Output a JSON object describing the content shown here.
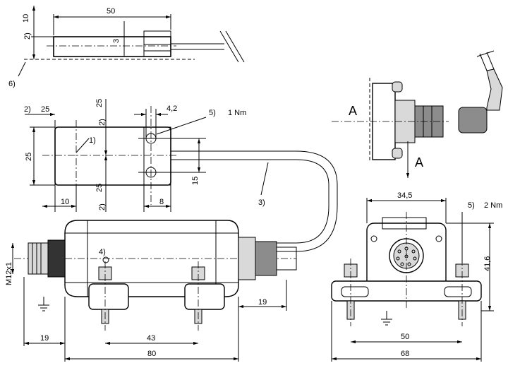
{
  "top_view": {
    "dim_length": "50",
    "dim_height": "10",
    "dim_slot": "3",
    "note_2": "2)",
    "note_6": "6)"
  },
  "plan_view": {
    "note_2a": "2)",
    "dim_25_top": "25",
    "dim_25_left": "25",
    "dim_25_bottom": "25",
    "dim_4_2": "4,2",
    "note_5": "5)",
    "torque_1": "1 Nm",
    "note_1": "1)",
    "dim_15": "15",
    "dim_10": "10",
    "dim_8": "8",
    "note_3": "3)",
    "note_2b": "2)",
    "note_2c": "2)"
  },
  "front_view": {
    "note_4": "4)",
    "thread": "M12x1",
    "dim_19_left": "19",
    "dim_43": "43",
    "dim_80": "80",
    "dim_19_right": "19"
  },
  "side_view": {
    "section_a_left": "A",
    "section_a_right": "A",
    "dim_34_5": "34,5",
    "note_5": "5)",
    "torque_2": "2 Nm",
    "dim_41_6": "41,6",
    "dim_50": "50",
    "dim_68": "68"
  }
}
